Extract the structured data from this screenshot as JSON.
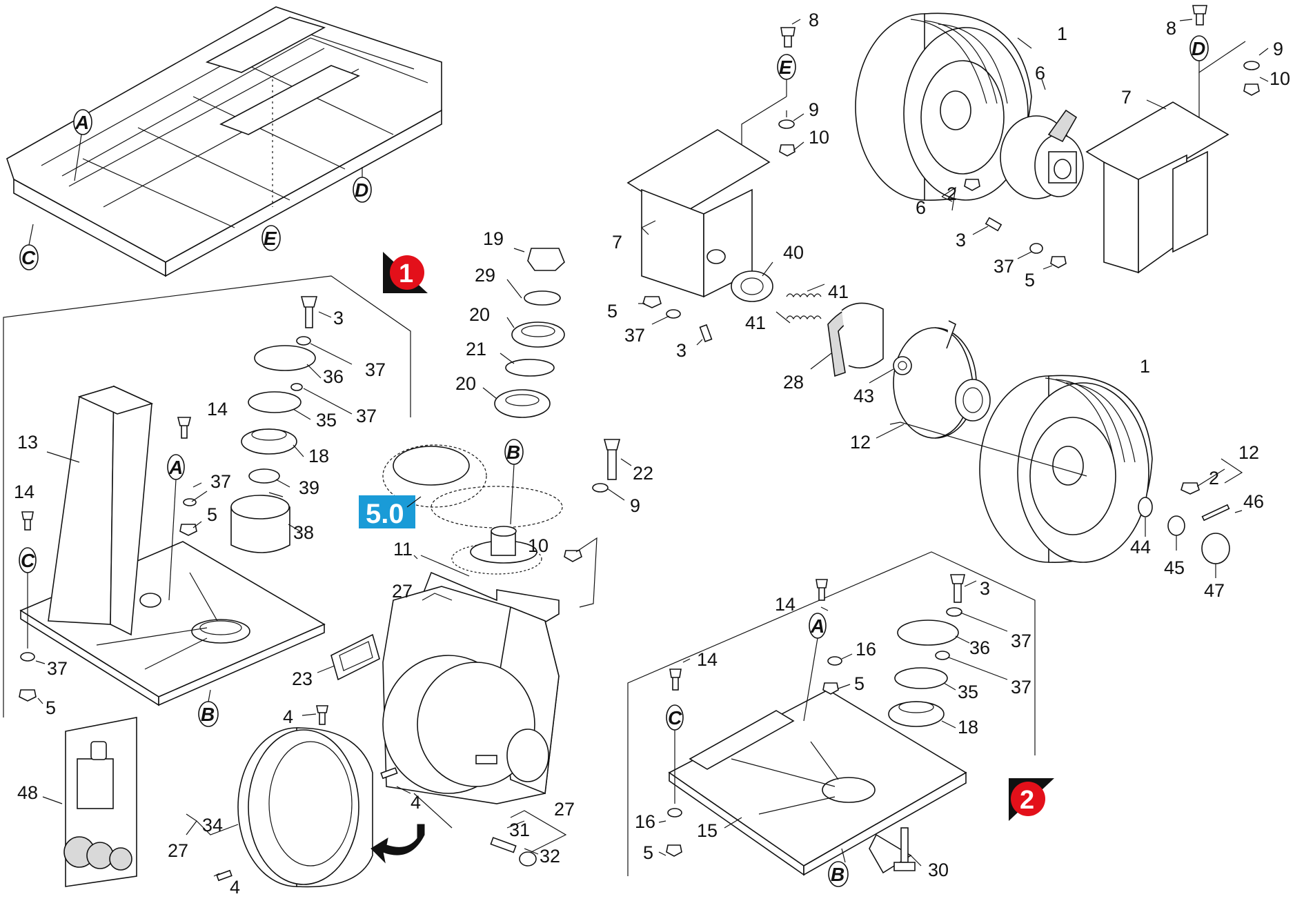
{
  "badges": {
    "one": "1",
    "two": "2"
  },
  "section_box": {
    "label": "5.0",
    "color": "#1a9bd7"
  },
  "colors": {
    "badge_red": "#e3101a",
    "badge_shadow": "#111111"
  },
  "refs": {
    "frame_A": "A",
    "frame_C": "C",
    "frame_D": "D",
    "frame_E": "E",
    "left_A": "A",
    "left_C": "C",
    "left_B": "B",
    "mid_B": "B",
    "top_E": "E",
    "top_D": "D",
    "right_A": "A",
    "right_C": "C",
    "right_B": "B"
  },
  "labels": {
    "l3a": "3",
    "l37a": "37",
    "l36a": "36",
    "l37b": "37",
    "l35a": "35",
    "l14a": "14",
    "l18a": "18",
    "l13": "13",
    "l37c": "37",
    "l39": "39",
    "l5a": "5",
    "l38": "38",
    "l14b": "14",
    "l37d": "37",
    "l5b": "5",
    "l48": "48",
    "l19": "19",
    "l29": "29",
    "l20a": "20",
    "l21": "21",
    "l20b": "20",
    "l22": "22",
    "l9a": "9",
    "l10a": "10",
    "l11": "11",
    "l27a": "27",
    "l23": "23",
    "l4a": "4",
    "l4b": "4",
    "l34": "34",
    "l27b": "27",
    "l4c": "4",
    "l31": "31",
    "l27c": "27",
    "l32": "32",
    "l8a": "8",
    "l9b": "9",
    "l10b": "10",
    "l7a": "7",
    "l40": "40",
    "l41a": "41",
    "l41b": "41",
    "l5c": "5",
    "l37e": "37",
    "l3b": "3",
    "l28": "28",
    "l43": "43",
    "l1a": "1",
    "l6a": "6",
    "l6b": "6",
    "l2a": "2",
    "l3c": "3",
    "l37f": "37",
    "l5d": "5",
    "l8b": "8",
    "l9c": "9",
    "l10c": "10",
    "l7b": "7",
    "l1b": "1",
    "l12a": "12",
    "l12b": "12",
    "l2b": "2",
    "l46": "46",
    "l44": "44",
    "l45": "45",
    "l47": "47",
    "l14c": "14",
    "l3d": "3",
    "l37g": "37",
    "l16a": "16",
    "l36b": "36",
    "l5e": "5",
    "l14d": "14",
    "l35b": "35",
    "l37h": "37",
    "l18b": "18",
    "l16b": "16",
    "l15": "15",
    "l5f": "5",
    "l30": "30"
  }
}
